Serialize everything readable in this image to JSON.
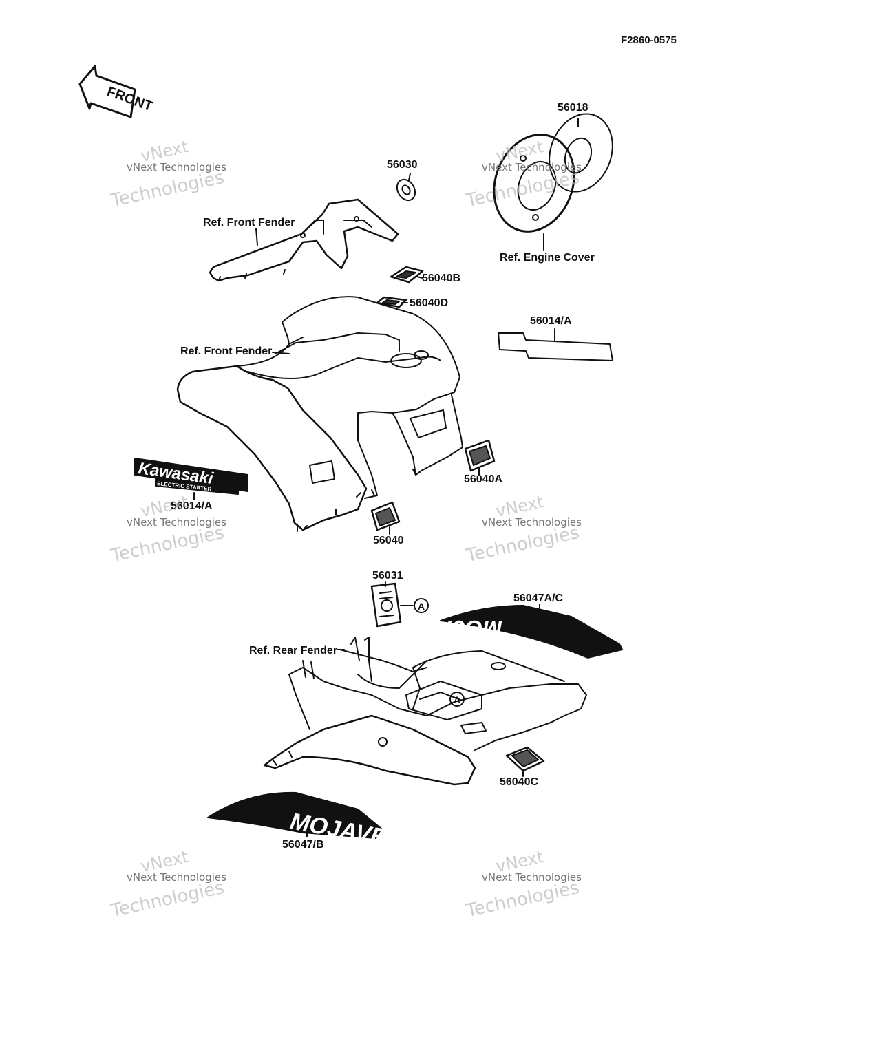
{
  "doc_id": "F2860-0575",
  "front_arrow": "FRONT",
  "labels": {
    "p56018": "56018",
    "p56030": "56030",
    "ref_front_fender_1": "Ref. Front Fender",
    "ref_engine_cover": "Ref. Engine Cover",
    "p56040b": "56040B",
    "p56040d": "56040D",
    "p56014a_right": "56014/A",
    "ref_front_fender_2": "Ref. Front Fender",
    "p56040a": "56040A",
    "p56014a_left": "56014/A",
    "p56040": "56040",
    "p56031": "56031",
    "callout_a": "A",
    "p56047ac": "56047A/C",
    "ref_rear_fender": "Ref. Rear Fender",
    "p56040c": "56040C",
    "p56047b": "56047/B"
  },
  "decals": {
    "kawasaki_logo": "Kawasaki",
    "electric_starter": "ELECTRIC STARTER",
    "mojave": "MOJAVE"
  },
  "watermark": {
    "line1": "vNext",
    "line2": "vNext Technologies",
    "line3": "Technologies"
  }
}
